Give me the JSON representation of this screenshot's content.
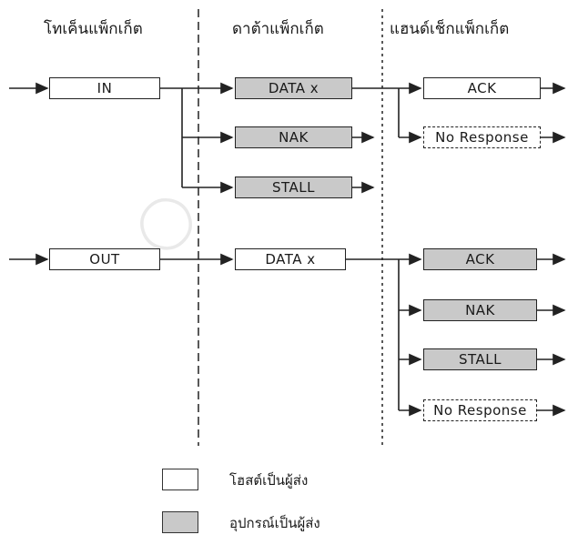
{
  "columns": {
    "token": "โทเค็นแพ็กเก็ต",
    "data": "ดาต้าแพ็กเก็ต",
    "handshake": "แฮนด์เช็กแพ็กเก็ต"
  },
  "in_flow": {
    "token": "IN",
    "data": [
      "DATA x",
      "NAK",
      "STALL"
    ],
    "handshake": [
      "ACK",
      "No Response"
    ]
  },
  "out_flow": {
    "token": "OUT",
    "data": "DATA x",
    "handshake": [
      "ACK",
      "NAK",
      "STALL",
      "No Response"
    ]
  },
  "legend": {
    "host": "โฮสต์เป็นผู้ส่ง",
    "device": "อุปกรณ์เป็นผู้ส่ง"
  },
  "colors": {
    "host_fill": "#ffffff",
    "device_fill": "#c9c9c9",
    "line": "#222222"
  }
}
